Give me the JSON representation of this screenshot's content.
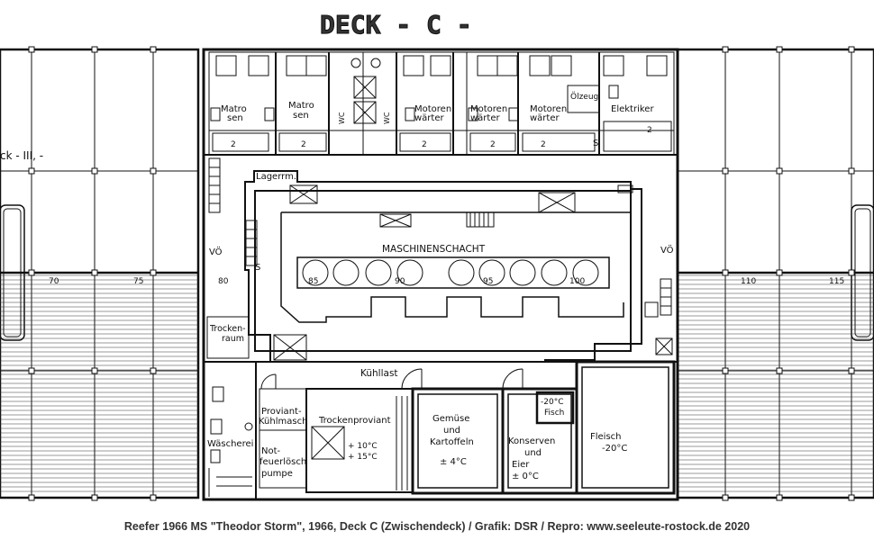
{
  "title": "DECK - C -",
  "caption": "Reefer 1966 MS \"Theodor Storm\", 1966, Deck C (Zwischendeck) / Grafik: DSR / Repro: www.seeleute-rostock.de 2020",
  "left_hold_label": "ck - III, -",
  "frame_numbers": [
    "70",
    "75",
    "80",
    "85",
    "90",
    "95",
    "100",
    "110",
    "115"
  ],
  "cabins": [
    {
      "label": "Matrosen",
      "line1": "Matro",
      "line2": "sen",
      "beds": "2"
    },
    {
      "label": "Matrosen",
      "line1": "Matro",
      "line2": "sen",
      "beds": "2"
    },
    {
      "label": "WC",
      "line1": "WC",
      "line2": ""
    },
    {
      "label": "WC",
      "line1": "WC",
      "line2": ""
    },
    {
      "label": "Motorenwärter",
      "line1": "Motoren",
      "line2": "wärter",
      "beds": "2"
    },
    {
      "label": "Motorenwärter",
      "line1": "Motoren",
      "line2": "wärter",
      "beds": "2"
    },
    {
      "label": "Motorenwärter",
      "line1": "Motoren",
      "line2": "wärter",
      "beds": "2"
    },
    {
      "label": "Elektriker",
      "line1": "Elektriker",
      "line2": "",
      "beds": "2"
    }
  ],
  "rooms": {
    "olzeug": "Ölzeug",
    "lagerrm": "Lagerrm.",
    "maschinenschacht": "MASCHINENSCHACHT",
    "vo_left": "VÖ",
    "vo_right": "VÖ",
    "s_marker": "S",
    "trockenraum_1": "Trocken-",
    "trockenraum_2": "raum",
    "kuhllast": "Kühllast",
    "proviant_1": "Proviant-",
    "proviant_2": "Kühlmasch",
    "trockenproviant": "Trockenproviant",
    "trocken_temp_1": "+ 10°C",
    "trocken_temp_2": "+ 15°C",
    "wascherei": "Wäscherei",
    "notfeuer_1": "Not-",
    "notfeuer_2": "feuerlösch",
    "notfeuer_3": "pumpe",
    "gemuse_1": "Gemüse",
    "gemuse_2": "und",
    "gemuse_3": "Kartoffeln",
    "gemuse_temp": "± 4°C",
    "fisch_1": "-20°C",
    "fisch_2": "Fisch",
    "konserven_1": "Konserven",
    "konserven_2": "und",
    "konserven_3": "Eier",
    "konserven_temp": "± 0°C",
    "fleisch_1": "Fleisch",
    "fleisch_2": "-20°C"
  }
}
